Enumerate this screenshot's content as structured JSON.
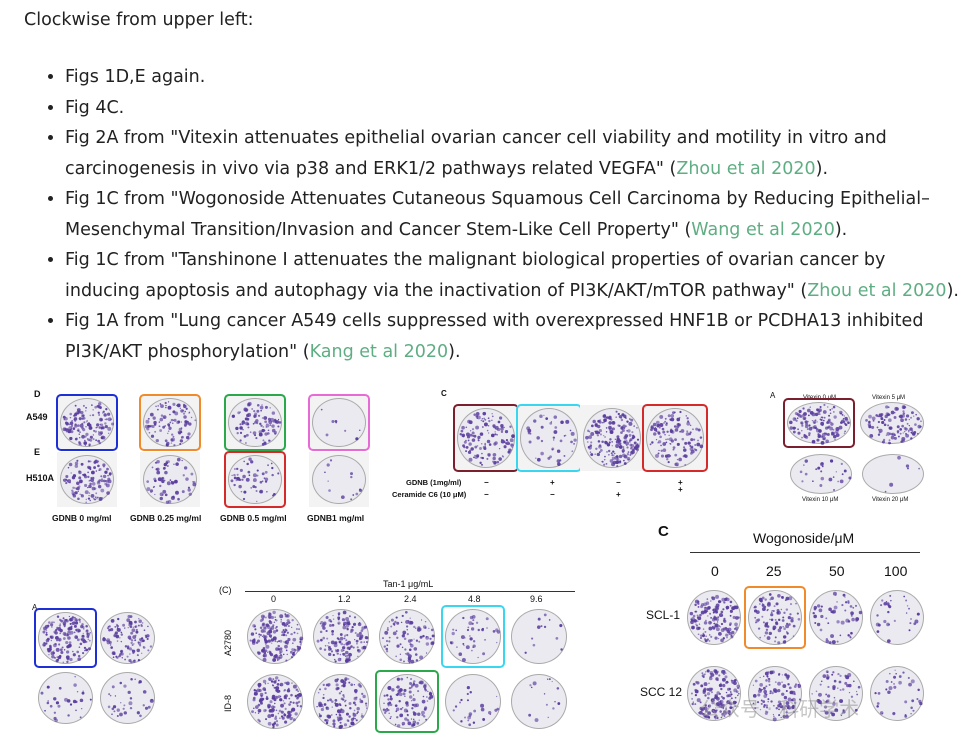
{
  "intro": "Clockwise from upper left:",
  "bullets": [
    {
      "pre": "Figs 1D,E again.",
      "cite": "",
      "post": ""
    },
    {
      "pre": "Fig 4C.",
      "cite": "",
      "post": ""
    },
    {
      "pre": "Fig 2A from \"Vitexin attenuates epithelial ovarian cancer cell viability and motility in vitro and carcinogenesis in vivo via p38 and ERK1/2 pathways related VEGFA\" (",
      "cite": "Zhou et al 2020",
      "post": ")."
    },
    {
      "pre": "Fig 1C from \"Wogonoside Attenuates Cutaneous Squamous Cell Carcinoma by Reducing Epithelial–Mesenchymal Transition/Invasion and Cancer Stem-Like Cell Property\" (",
      "cite": "Wang et al 2020",
      "post": ")."
    },
    {
      "pre": "Fig 1C from \"Tanshinone I attenuates the malignant biological properties of ovarian cancer by inducing apoptosis and autophagy via the inactivation of PI3K/AKT/mTOR pathway\" (",
      "cite": "Zhou et al 2020",
      "post": ")."
    },
    {
      "pre": "Fig 1A from \"Lung cancer A549 cells suppressed with overexpressed HNF1B or PCDHA13 inhibited PI3K/AKT phosphorylation\" (",
      "cite": "Kang et al 2020",
      "post": ")."
    }
  ],
  "colors": {
    "link": "#5fae83",
    "stain": "#5a3d9e",
    "blue": "#1f2fd6",
    "orange": "#f08a2a",
    "green": "#2aa84a",
    "pink": "#e86ad6",
    "red": "#d42a2a",
    "cyan": "#3ad6f0",
    "maroon": "#7a1f2e"
  },
  "fig_d": {
    "panel_d": "D",
    "panel_e": "E",
    "row1": "A549",
    "row2": "H510A",
    "cols": [
      "GDNB 0 mg/ml",
      "GDNB 0.25 mg/ml",
      "GDNB 0.5 mg/ml",
      "GDNB1 mg/ml"
    ]
  },
  "fig_c4": {
    "panel": "C",
    "rows": [
      {
        "label": "GDNB (1mg/ml)",
        "vals": [
          "−",
          "+",
          "−",
          "+"
        ]
      },
      {
        "label": "Ceramide C6 (10 μM)",
        "vals": [
          "−",
          "−",
          "+",
          "+"
        ]
      }
    ]
  },
  "fig_vitexin": {
    "panel": "A",
    "labels": [
      "Vitexin 0 μM",
      "Vitexin 5 μM",
      "Vitexin 10 μM",
      "Vitexin 20 μM"
    ]
  },
  "fig_wogonoside": {
    "panel": "C",
    "header": "Wogonoside/μM",
    "doses": [
      "0",
      "25",
      "50",
      "100"
    ],
    "rows": [
      "SCL-1",
      "SCC 12"
    ]
  },
  "fig_tan": {
    "panel": "(C)",
    "header": "Tan-1 μg/mL",
    "doses": [
      "0",
      "1.2",
      "2.4",
      "4.8",
      "9.6"
    ],
    "rows": [
      "A2780",
      "ID-8"
    ]
  },
  "fig_a549": {
    "panel": "A"
  },
  "watermark": "公众号 · 科研学术"
}
